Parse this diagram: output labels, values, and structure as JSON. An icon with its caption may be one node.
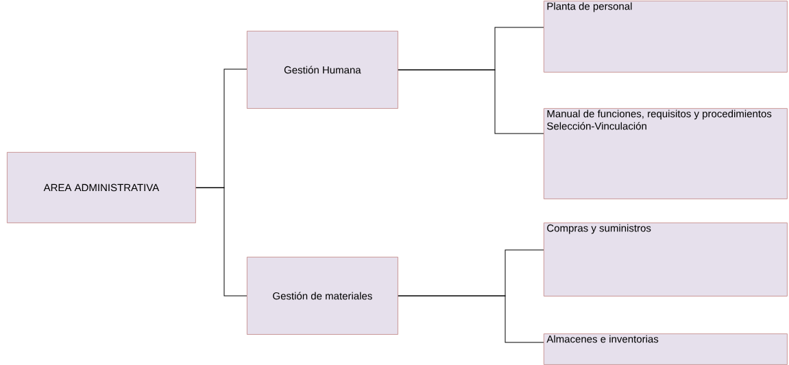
{
  "diagram": {
    "nodes": [
      {
        "text": [
          "AREA ADMINISTRATIVA"
        ]
      },
      {
        "text": [
          "Gestión Humana"
        ]
      },
      {
        "text": [
          "Gestión de materiales"
        ]
      },
      {
        "text": [
          "Planta de personal"
        ]
      },
      {
        "text": [
          "Manual de funciones, requisitos y procedimientos Selección-Vinculación"
        ]
      },
      {
        "text": [
          "Compras y suministros"
        ]
      },
      {
        "text": [
          "Almacenes e inventorias"
        ]
      }
    ],
    "edges": [
      {
        "from": 0,
        "to": 1,
        "arrow": "none"
      },
      {
        "from": 0,
        "to": 2,
        "arrow": "none"
      },
      {
        "from": 1,
        "to": 3,
        "arrow": "none"
      },
      {
        "from": 1,
        "to": 4,
        "arrow": "none"
      },
      {
        "from": 2,
        "to": 5,
        "arrow": "none"
      },
      {
        "from": 2,
        "to": 6,
        "arrow": "none"
      }
    ]
  }
}
